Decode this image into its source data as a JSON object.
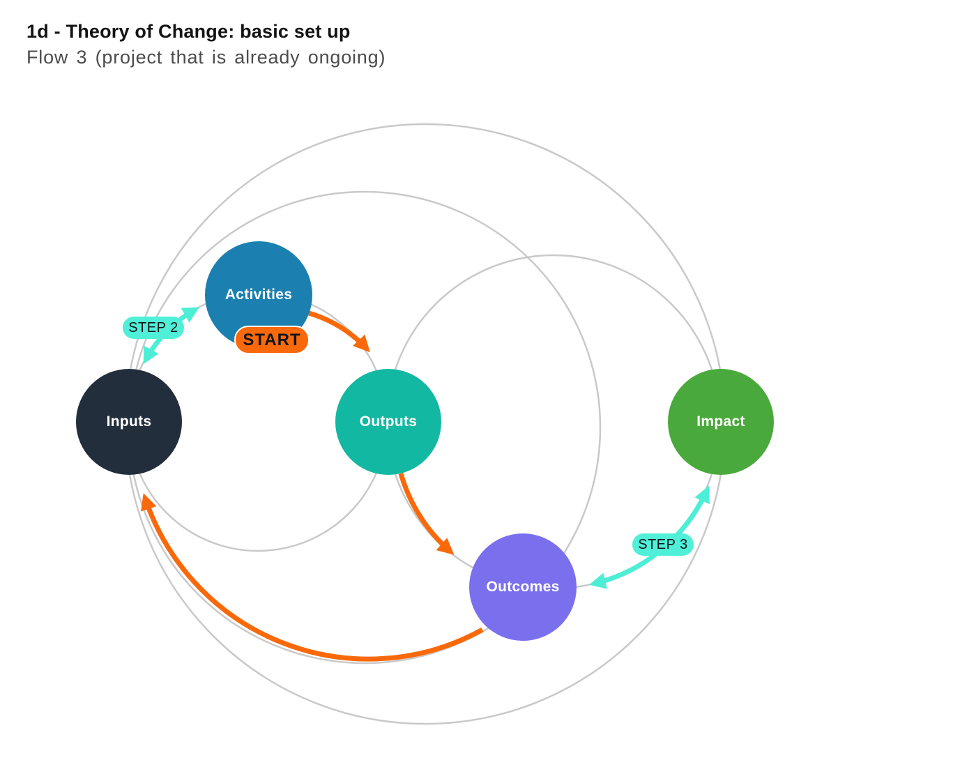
{
  "header": {
    "title": "1d - Theory of Change: basic set up",
    "subtitle": "Flow 3 (project that is already ongoing)"
  },
  "diagram": {
    "nodes": [
      {
        "id": "inputs",
        "label": "Inputs",
        "color": "#232e3c"
      },
      {
        "id": "activities",
        "label": "Activities",
        "color": "#1b80af"
      },
      {
        "id": "outputs",
        "label": "Outputs",
        "color": "#12b8a1"
      },
      {
        "id": "outcomes",
        "label": "Outcomes",
        "color": "#7a70ee"
      },
      {
        "id": "impact",
        "label": "Impact",
        "color": "#4aa93c"
      }
    ],
    "badges": {
      "start": {
        "label": "START",
        "color": "#f9690a",
        "text_color": "#101418"
      },
      "step2": {
        "label": "STEP 2",
        "color": "#4ff0d7",
        "text_color": "#101418"
      },
      "step3": {
        "label": "STEP 3",
        "color": "#4ff0d7",
        "text_color": "#101418"
      }
    },
    "connections": [
      {
        "from": "Activities",
        "to": "Outputs",
        "style": "orange-flow-arrow"
      },
      {
        "from": "Outputs",
        "to": "Outcomes",
        "style": "orange-flow-arrow"
      },
      {
        "from": "Outcomes",
        "to": "Inputs",
        "style": "orange-flow-arrow"
      },
      {
        "from": "Inputs",
        "to": "Activities",
        "style": "cyan-step-arrow",
        "bidirectional": true,
        "badge": "STEP 2"
      },
      {
        "from": "Impact",
        "to": "Outcomes",
        "style": "cyan-step-arrow",
        "bidirectional": true,
        "badge": "STEP 3"
      }
    ],
    "colors": {
      "flow_arrow": "#f9690a",
      "step_arrow": "#4deed6",
      "guide_circle": "#c9c9c9"
    }
  }
}
